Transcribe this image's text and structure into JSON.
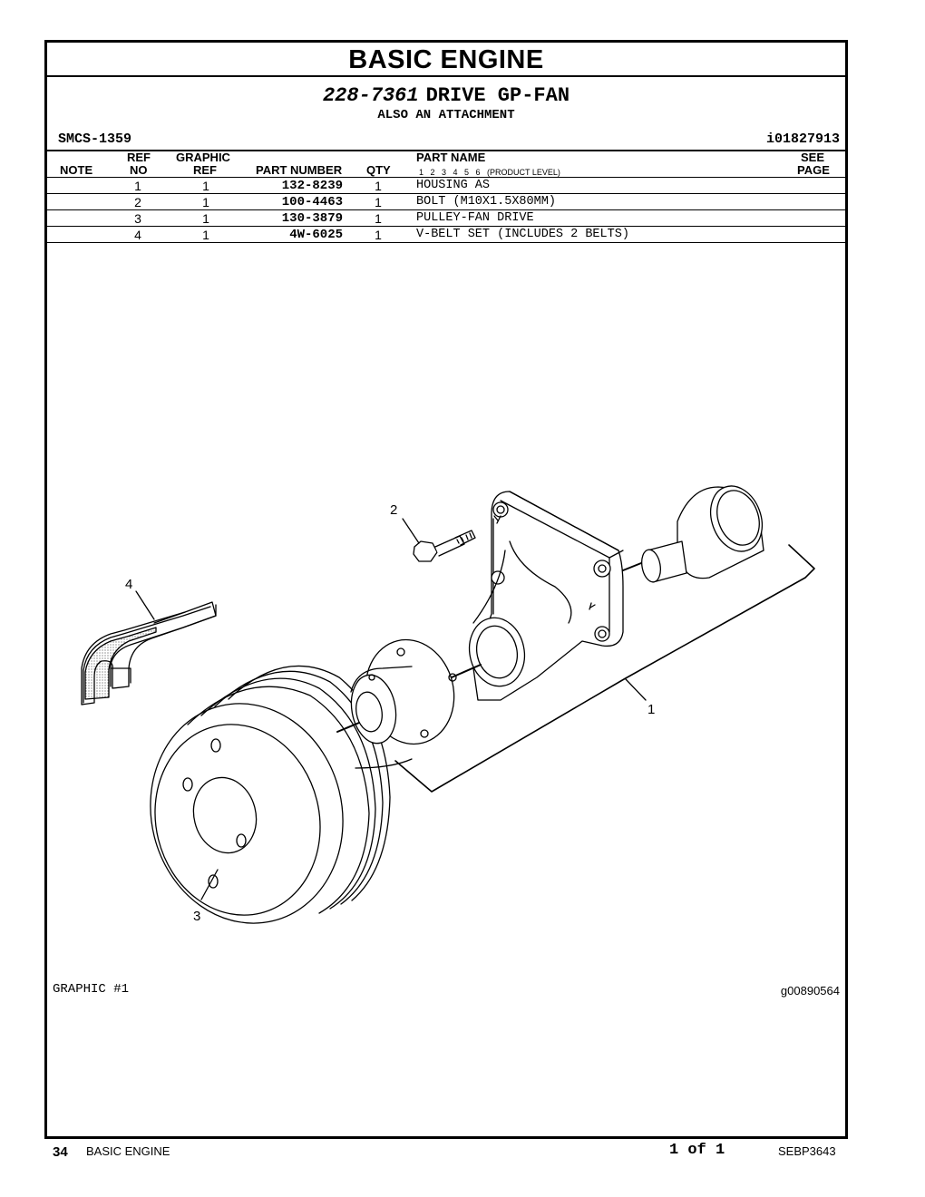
{
  "header": {
    "section_title": "BASIC ENGINE",
    "group_part_number": "228-7361",
    "group_name": "DRIVE GP-FAN",
    "attachment_note": "ALSO AN ATTACHMENT",
    "smcs": "SMCS-1359",
    "illustration_id": "i01827913"
  },
  "table": {
    "columns": {
      "note": "NOTE",
      "ref_top": "REF",
      "ref_bottom": "NO",
      "graphic_top": "GRAPHIC",
      "graphic_bottom": "REF",
      "part_number": "PART NUMBER",
      "qty": "QTY",
      "part_name": "PART NAME",
      "product_levels": "1   2   3   4   5   6   (PRODUCT LEVEL)",
      "see_top": "SEE",
      "see_bottom": "PAGE"
    },
    "rows": [
      {
        "ref": "1",
        "graphic_ref": "1",
        "part_number": "132-8239",
        "qty": "1",
        "name": "HOUSING AS"
      },
      {
        "ref": "2",
        "graphic_ref": "1",
        "part_number": "100-4463",
        "qty": "1",
        "name": "BOLT (M10X1.5X80MM)"
      },
      {
        "ref": "3",
        "graphic_ref": "1",
        "part_number": "130-3879",
        "qty": "1",
        "name": "PULLEY-FAN DRIVE"
      },
      {
        "ref": "4",
        "graphic_ref": "1",
        "part_number": "4W-6025",
        "qty": "1",
        "name": "V-BELT SET (INCLUDES 2 BELTS)"
      }
    ]
  },
  "graphic": {
    "label": "GRAPHIC #1",
    "id": "g00890564",
    "callouts": [
      "1",
      "2",
      "3",
      "4"
    ]
  },
  "footer": {
    "page_number": "34",
    "section": "BASIC ENGINE",
    "page_of": "1 of 1",
    "doc_number": "SEBP3643"
  }
}
